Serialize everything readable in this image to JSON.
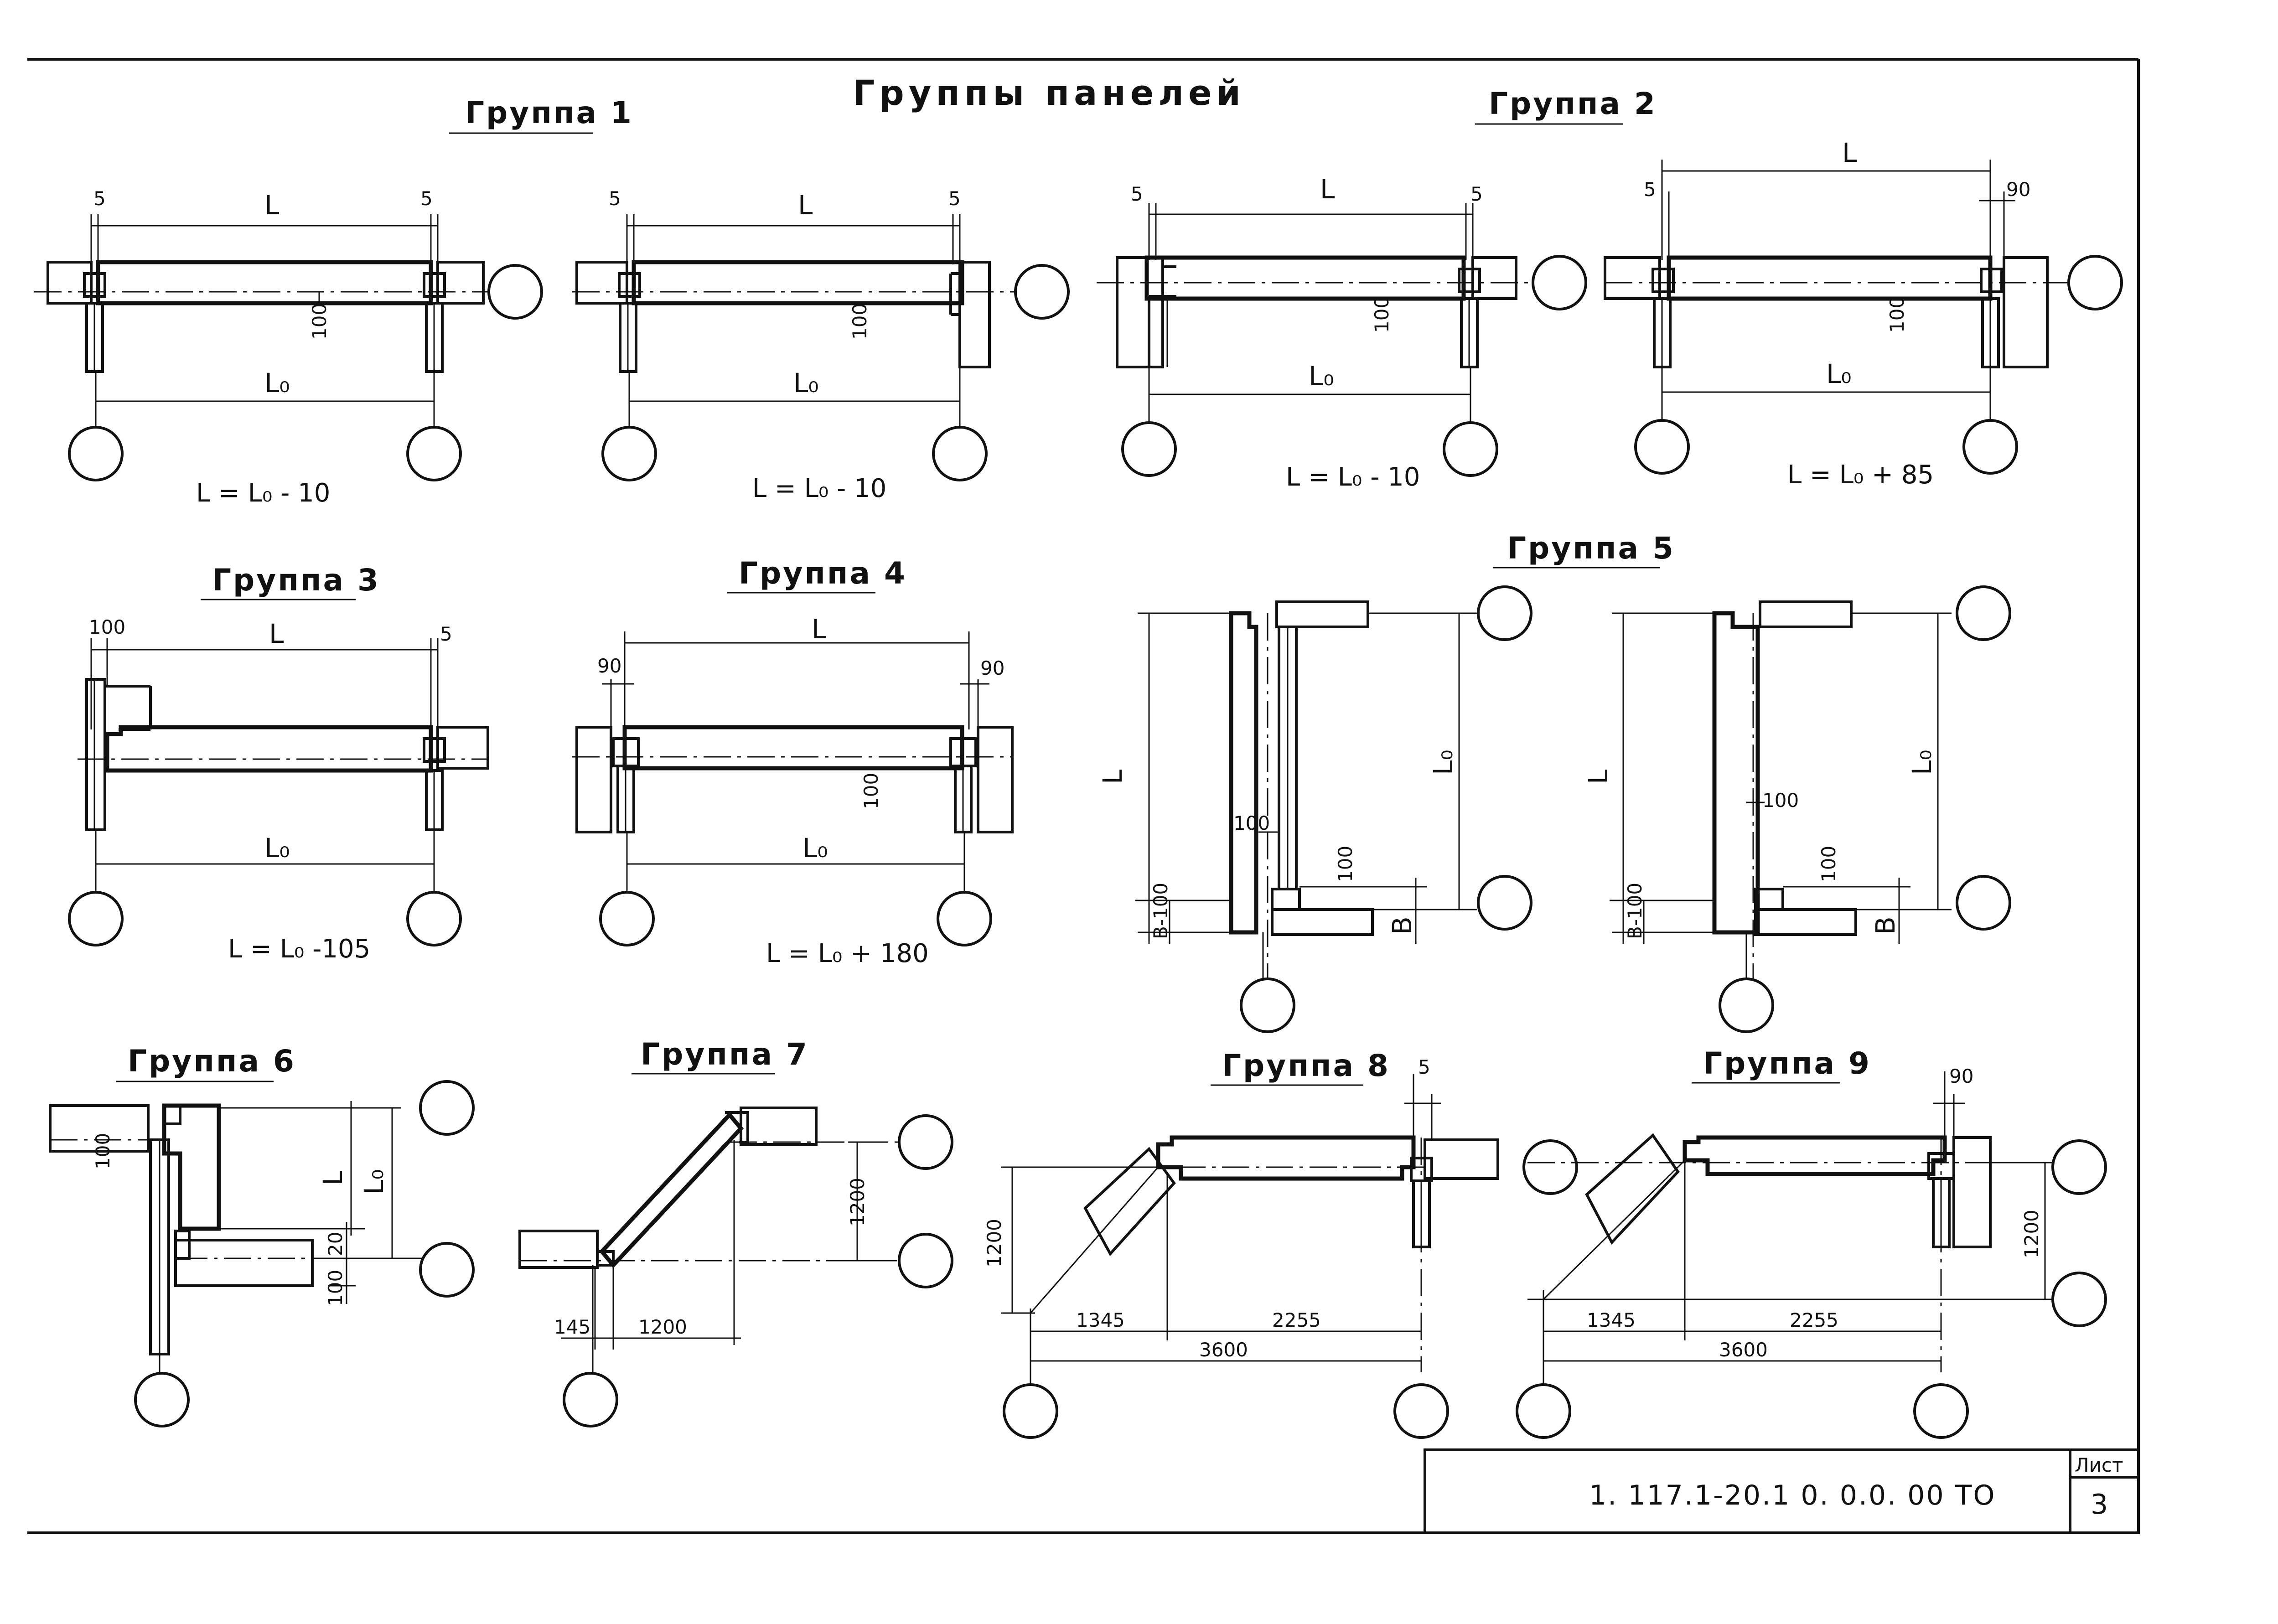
{
  "main_title": "Группы панелей",
  "groups": [
    {
      "id": "g1",
      "title": "Группа 1",
      "formula": "L = L₀ - 10",
      "dims": [
        "5",
        "L",
        "5",
        "100",
        "L₀"
      ]
    },
    {
      "id": "g2a",
      "title": "",
      "formula": "L = L₀ - 10",
      "dims": [
        "5",
        "L",
        "5",
        "100",
        "L₀"
      ]
    },
    {
      "id": "g2b",
      "title": "Группа 2",
      "formula": "L = L₀ - 10",
      "dims": [
        "5",
        "L",
        "5",
        "100",
        "L₀"
      ]
    },
    {
      "id": "g2c",
      "title": "",
      "formula": "L = L₀ + 85",
      "dims": [
        "5",
        "L",
        "90",
        "100",
        "L₀"
      ]
    },
    {
      "id": "g3",
      "title": "Группа 3",
      "formula": "L = L₀ -105",
      "dims": [
        "100",
        "L",
        "5",
        "L₀"
      ]
    },
    {
      "id": "g4",
      "title": "Группа 4",
      "formula": "L = L₀ + 180",
      "dims": [
        "90",
        "L",
        "90",
        "100",
        "L₀"
      ]
    },
    {
      "id": "g5",
      "title": "Группа 5",
      "dims": [
        "L",
        "L₀",
        "100",
        "100",
        "B-100",
        "B"
      ],
      "dims2": [
        "L",
        "L₀",
        "100",
        "100",
        "B-100",
        "B"
      ]
    },
    {
      "id": "g6",
      "title": "Группа 6",
      "dims": [
        "100",
        "L",
        "L₀",
        "20",
        "100"
      ]
    },
    {
      "id": "g7",
      "title": "Группа 7",
      "dims": [
        "1200",
        "145",
        "1200"
      ]
    },
    {
      "id": "g8",
      "title": "Группа 8",
      "dims": [
        "5",
        "1200",
        "1345",
        "2255",
        "3600"
      ]
    },
    {
      "id": "g9",
      "title": "Группа 9",
      "dims": [
        "90",
        "1200",
        "1345",
        "2255",
        "3600"
      ]
    }
  ],
  "stamp": {
    "code": "1. 117.1-20.1  0. 0.0. 00 ТО",
    "sheet_label": "Лист",
    "sheet_number": "3"
  }
}
